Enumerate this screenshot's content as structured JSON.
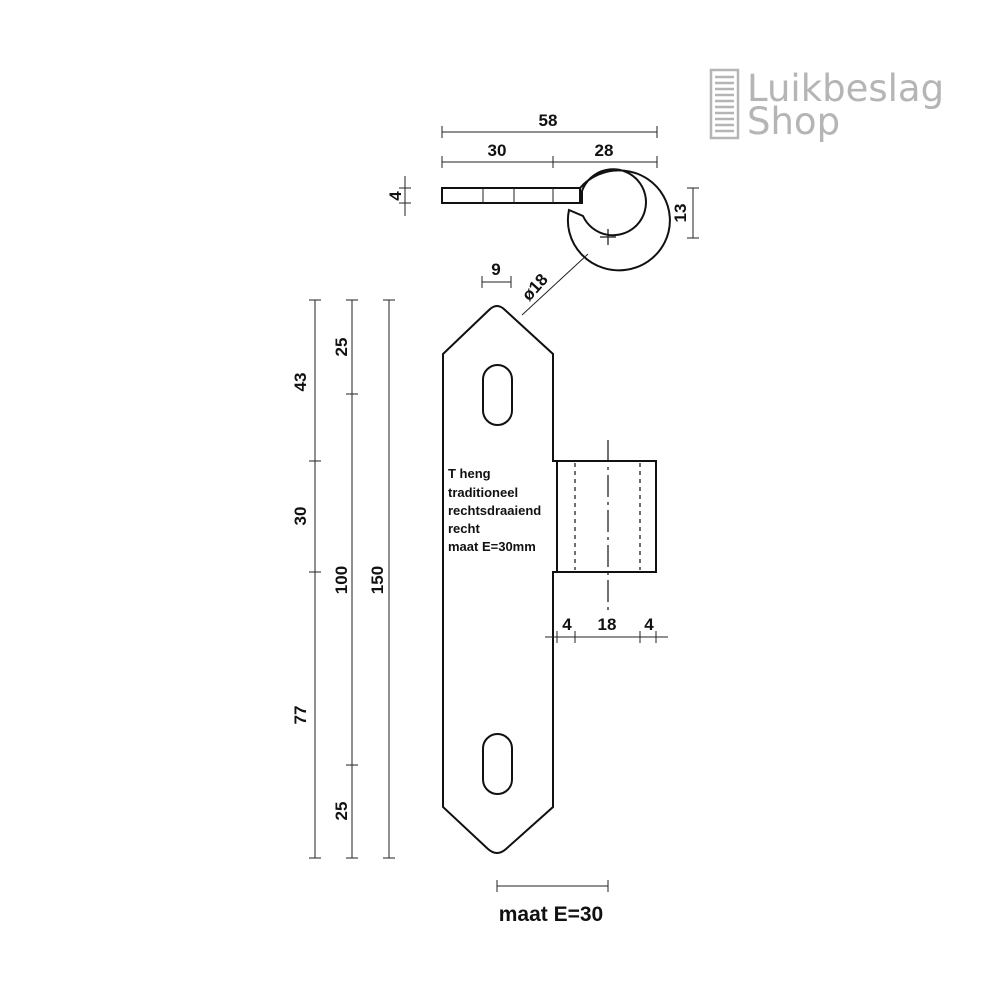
{
  "logo": {
    "line1": "Luikbeslag",
    "line2": "Shop",
    "color": "#b5b5b5"
  },
  "top_view": {
    "total_width": "58",
    "left_width": "30",
    "right_width": "28",
    "thickness": "4",
    "eye_height": "13",
    "slot_spacing": "9",
    "diameter": "ø18"
  },
  "front_view": {
    "dims_outer": {
      "top": "43",
      "middle": "30",
      "bottom": "77"
    },
    "dims_mid": {
      "top_point": "25",
      "hole_spacing": "100",
      "bottom_point": "25"
    },
    "dims_total": "150",
    "knuckle": {
      "left_wall": "4",
      "bore": "18",
      "right_wall": "4"
    },
    "note_lines": [
      "T heng",
      "traditioneel",
      "rechtsdraaiend",
      "recht",
      "maat E=30mm"
    ]
  },
  "caption": "maat E=30"
}
